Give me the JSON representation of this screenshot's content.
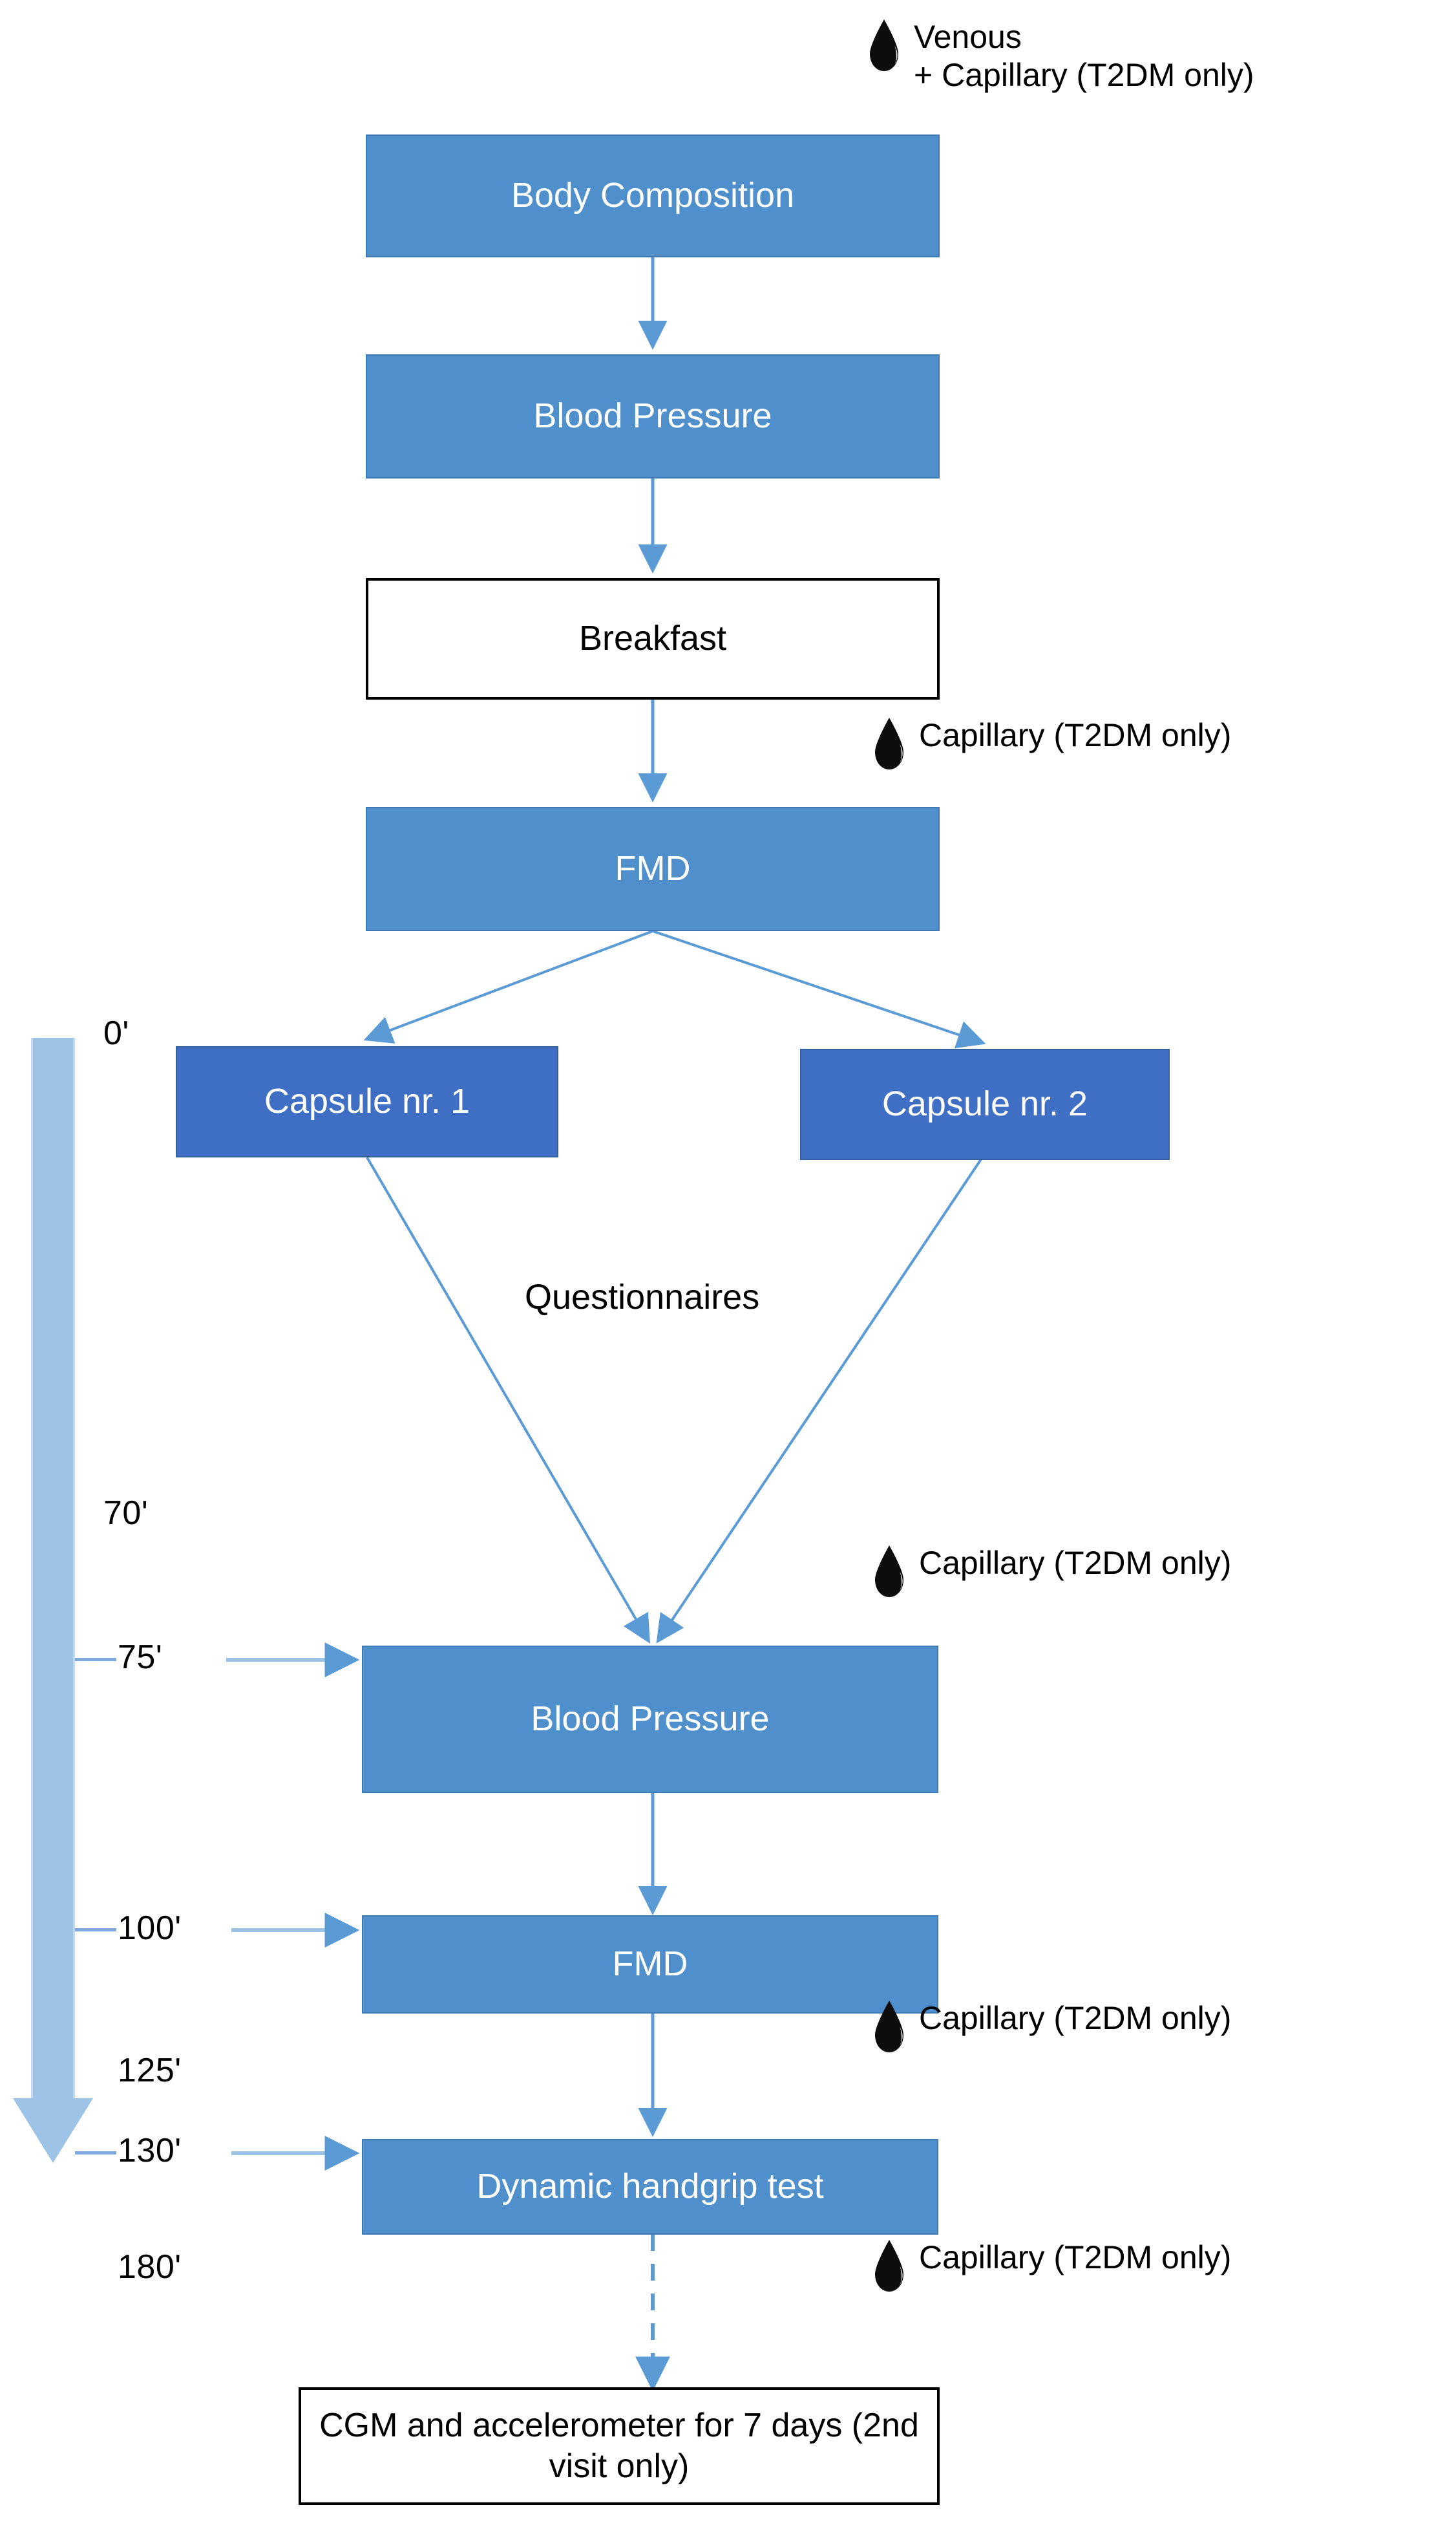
{
  "diagram": {
    "title": "Study visit protocol timeline",
    "colors": {
      "box_blue": "#4E8FCC",
      "box_dark_blue": "#3F6FC4",
      "box_white_border": "#000000",
      "timeline": "#9DC3E6",
      "connector": "#5B9BD5",
      "drop": "#0D0D0D"
    }
  },
  "nodes": {
    "body_composition": "Body Composition",
    "blood_pressure_1": "Blood Pressure",
    "breakfast": "Breakfast",
    "fmd_1": "FMD",
    "capsule_1": "Capsule nr. 1",
    "capsule_2": "Capsule nr. 2",
    "blood_pressure_2": "Blood Pressure",
    "fmd_2": "FMD",
    "handgrip": "Dynamic handgrip test",
    "cgm": "CGM and accelerometer for 7 days (2nd visit only)"
  },
  "free_labels": {
    "questionnaires": "Questionnaires"
  },
  "blood_samples": [
    {
      "id": "venous-capillary",
      "line1": "Venous",
      "line2": "+ Capillary (T2DM only)"
    },
    {
      "id": "capillary-pre-fmd",
      "line1": "Capillary (T2DM only)",
      "line2": ""
    },
    {
      "id": "capillary-75",
      "line1": "Capillary (T2DM only)",
      "line2": ""
    },
    {
      "id": "capillary-125",
      "line1": "Capillary (T2DM only)",
      "line2": ""
    },
    {
      "id": "capillary-180",
      "line1": "Capillary (T2DM only)",
      "line2": ""
    }
  ],
  "timeline": {
    "ticks": [
      {
        "label": "0'",
        "has_connector": false
      },
      {
        "label": "70'",
        "has_connector": false
      },
      {
        "label": "75'",
        "has_connector": true
      },
      {
        "label": "100'",
        "has_connector": true
      },
      {
        "label": "125'",
        "has_connector": false
      },
      {
        "label": "130'",
        "has_connector": true
      },
      {
        "label": "180'",
        "has_connector": false
      }
    ]
  }
}
